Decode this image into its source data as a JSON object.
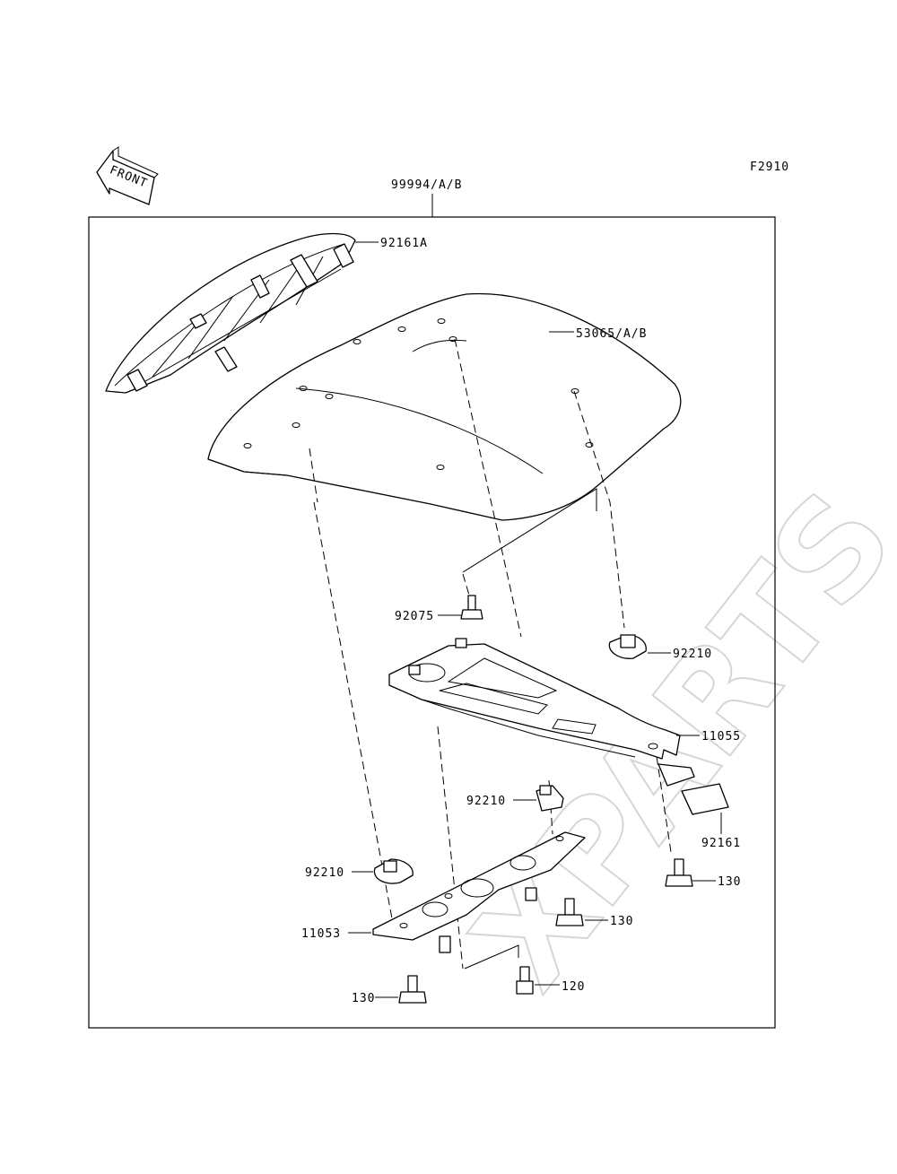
{
  "figure_code": "F2910",
  "front_label": "FRONT",
  "watermark": "XPARTS",
  "labels": {
    "assembly": "99994/A/B",
    "seat_cover_frame": "92161A",
    "seat_cover": "53065/A/B",
    "upper_bolt": "92075",
    "nut_right": "92210",
    "upper_bracket": "11055",
    "damper": "92161",
    "nut_middle": "92210",
    "nut_left": "92210",
    "bolt_right": "130",
    "bolt_middle": "130",
    "lower_bracket": "11053",
    "bolt_left": "130",
    "socket_bolt": "120"
  }
}
